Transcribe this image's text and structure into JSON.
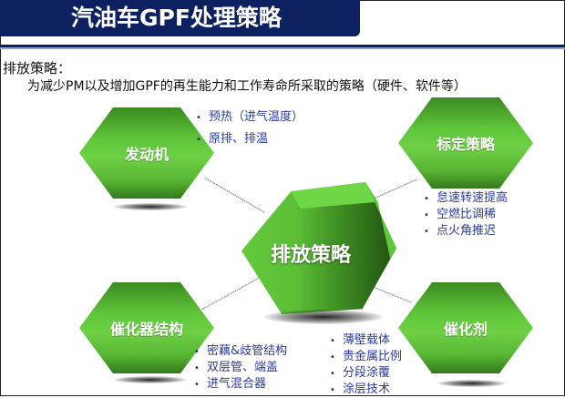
{
  "title": "汽油车GPF处理策略",
  "heading": "排放策略：",
  "subheading": "为减少PM以及增加GPF的再生能力和工作寿命所采取的策略（硬件、软件等）",
  "colors": {
    "title_bar": "#0d2160",
    "hex_green": "#5fc63a",
    "bullet_text": "#2b3a9e"
  },
  "center": {
    "label": "排放策略"
  },
  "nodes": {
    "engine": {
      "label": "发动机",
      "bullets": [
        "预热（进气温度）",
        "原排、排温"
      ]
    },
    "calibration": {
      "label": "标定策略",
      "bullets": [
        "怠速转速提高",
        "空燃比调稀",
        "点火角推迟"
      ]
    },
    "catalyst_structure": {
      "label": "催化器结构",
      "bullets": [
        "密藕&歧管结构",
        "双层管、端盖",
        "进气混合器"
      ]
    },
    "catalyst": {
      "label": "催化剂",
      "bullets": [
        "薄壁载体",
        "贵金属比例",
        "分段涂覆",
        "涂层技术"
      ]
    }
  },
  "bullet_glyph": "•"
}
